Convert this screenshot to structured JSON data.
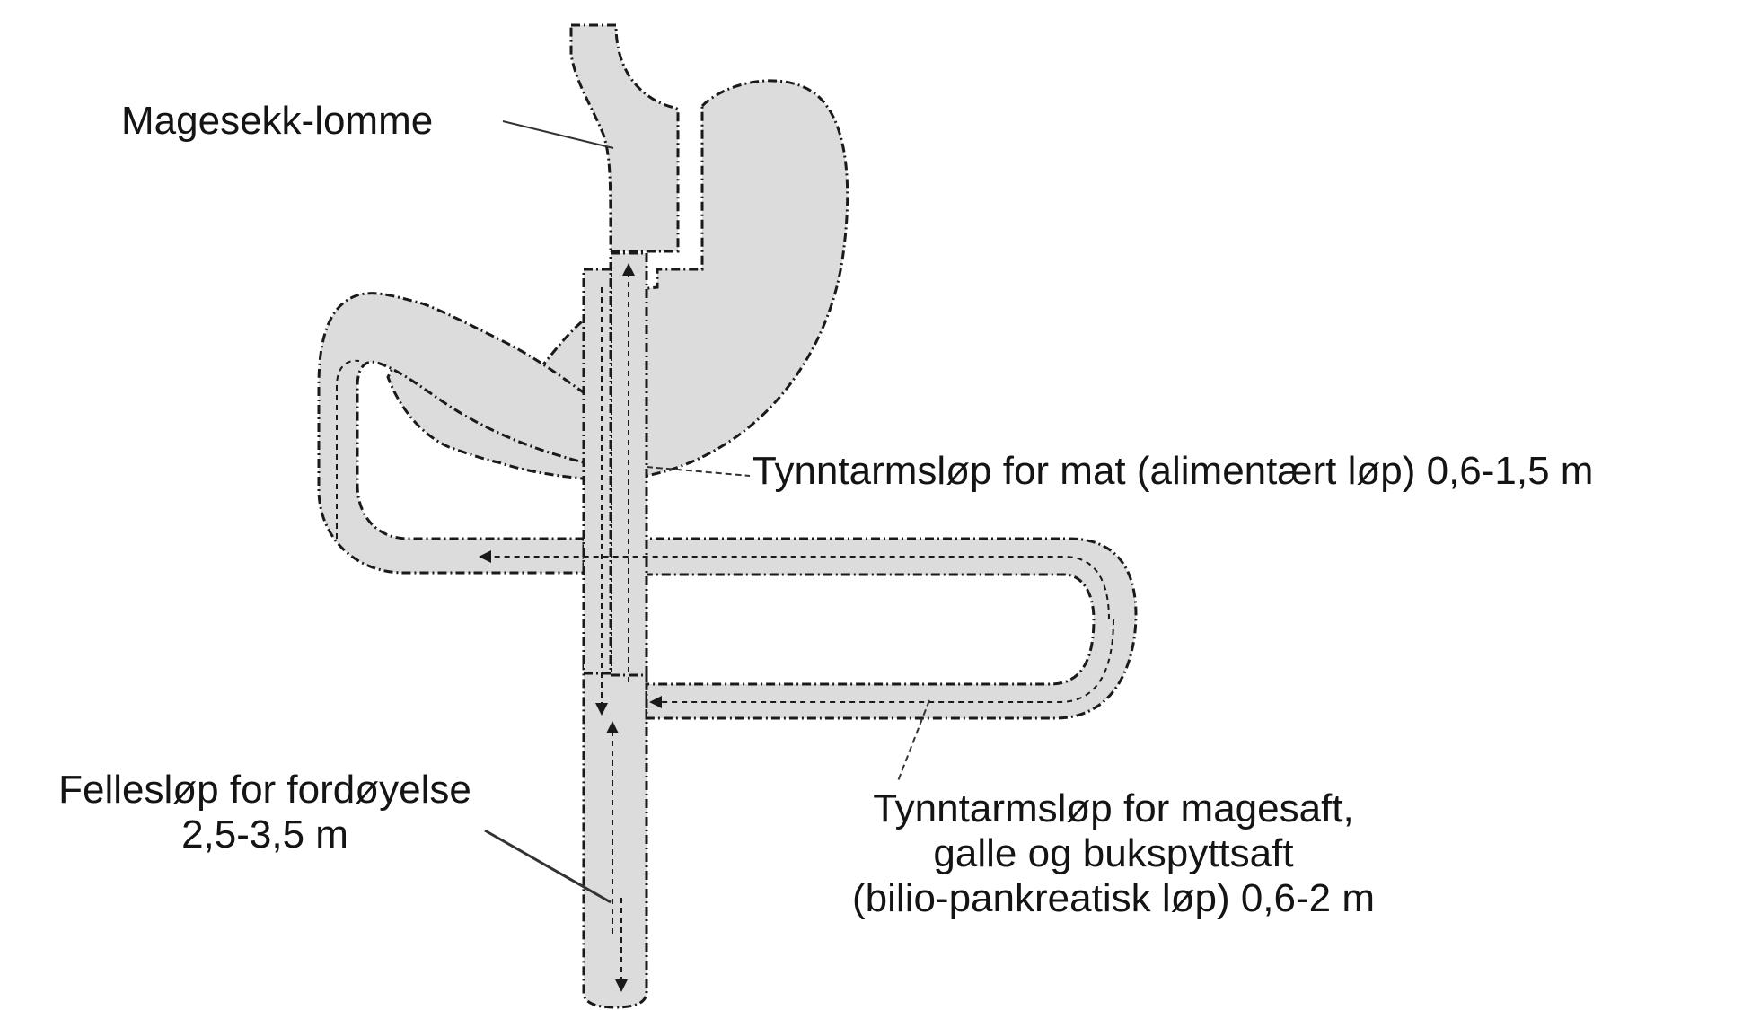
{
  "labels": {
    "pouch": "Magesekk-lomme",
    "alimentary": "Tynntarmsløp for mat (alimentært løp) 0,6-1,5 m",
    "common_line1": "Fellesløp for fordøyelse",
    "common_line2": "2,5-3,5 m",
    "bilio_line1": "Tynntarmsløp for magesaft,",
    "bilio_line2": "galle og bukspyttsaft",
    "bilio_line3": "(bilio-pankreatisk løp) 0,6-2 m"
  },
  "colors": {
    "fill": "#dcdcdc",
    "outline": "#1a1a1a",
    "text": "#141414"
  }
}
